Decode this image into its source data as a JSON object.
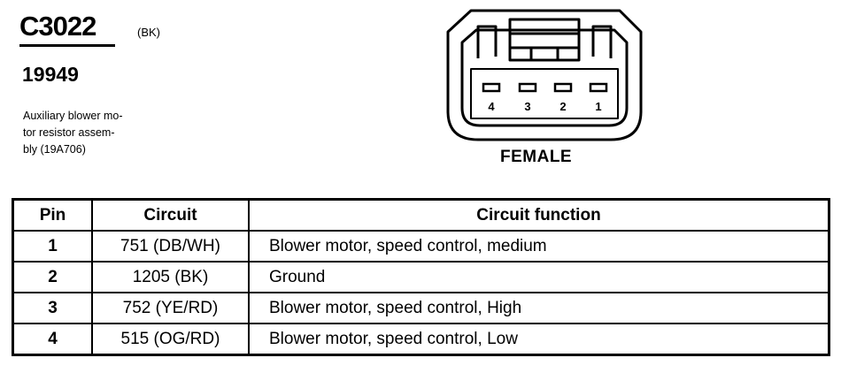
{
  "connector": {
    "id": "C3022",
    "color": "(BK)",
    "part_number": "19949",
    "description_lines": [
      "Auxiliary blower mo-",
      "tor resistor assem-",
      "bly (19A706)"
    ],
    "gender": "FEMALE",
    "cavity_numbers": [
      "4",
      "3",
      "2",
      "1"
    ]
  },
  "table": {
    "headers": {
      "pin": "Pin",
      "circuit": "Circuit",
      "function": "Circuit function"
    },
    "rows": [
      {
        "pin": "1",
        "circuit": "751 (DB/WH)",
        "function": "Blower motor, speed control, medium"
      },
      {
        "pin": "2",
        "circuit": "1205 (BK)",
        "function": "Ground"
      },
      {
        "pin": "3",
        "circuit": "752 (YE/RD)",
        "function": "Blower motor, speed control, High"
      },
      {
        "pin": "4",
        "circuit": "515 (OG/RD)",
        "function": "Blower motor, speed control, Low"
      }
    ]
  }
}
